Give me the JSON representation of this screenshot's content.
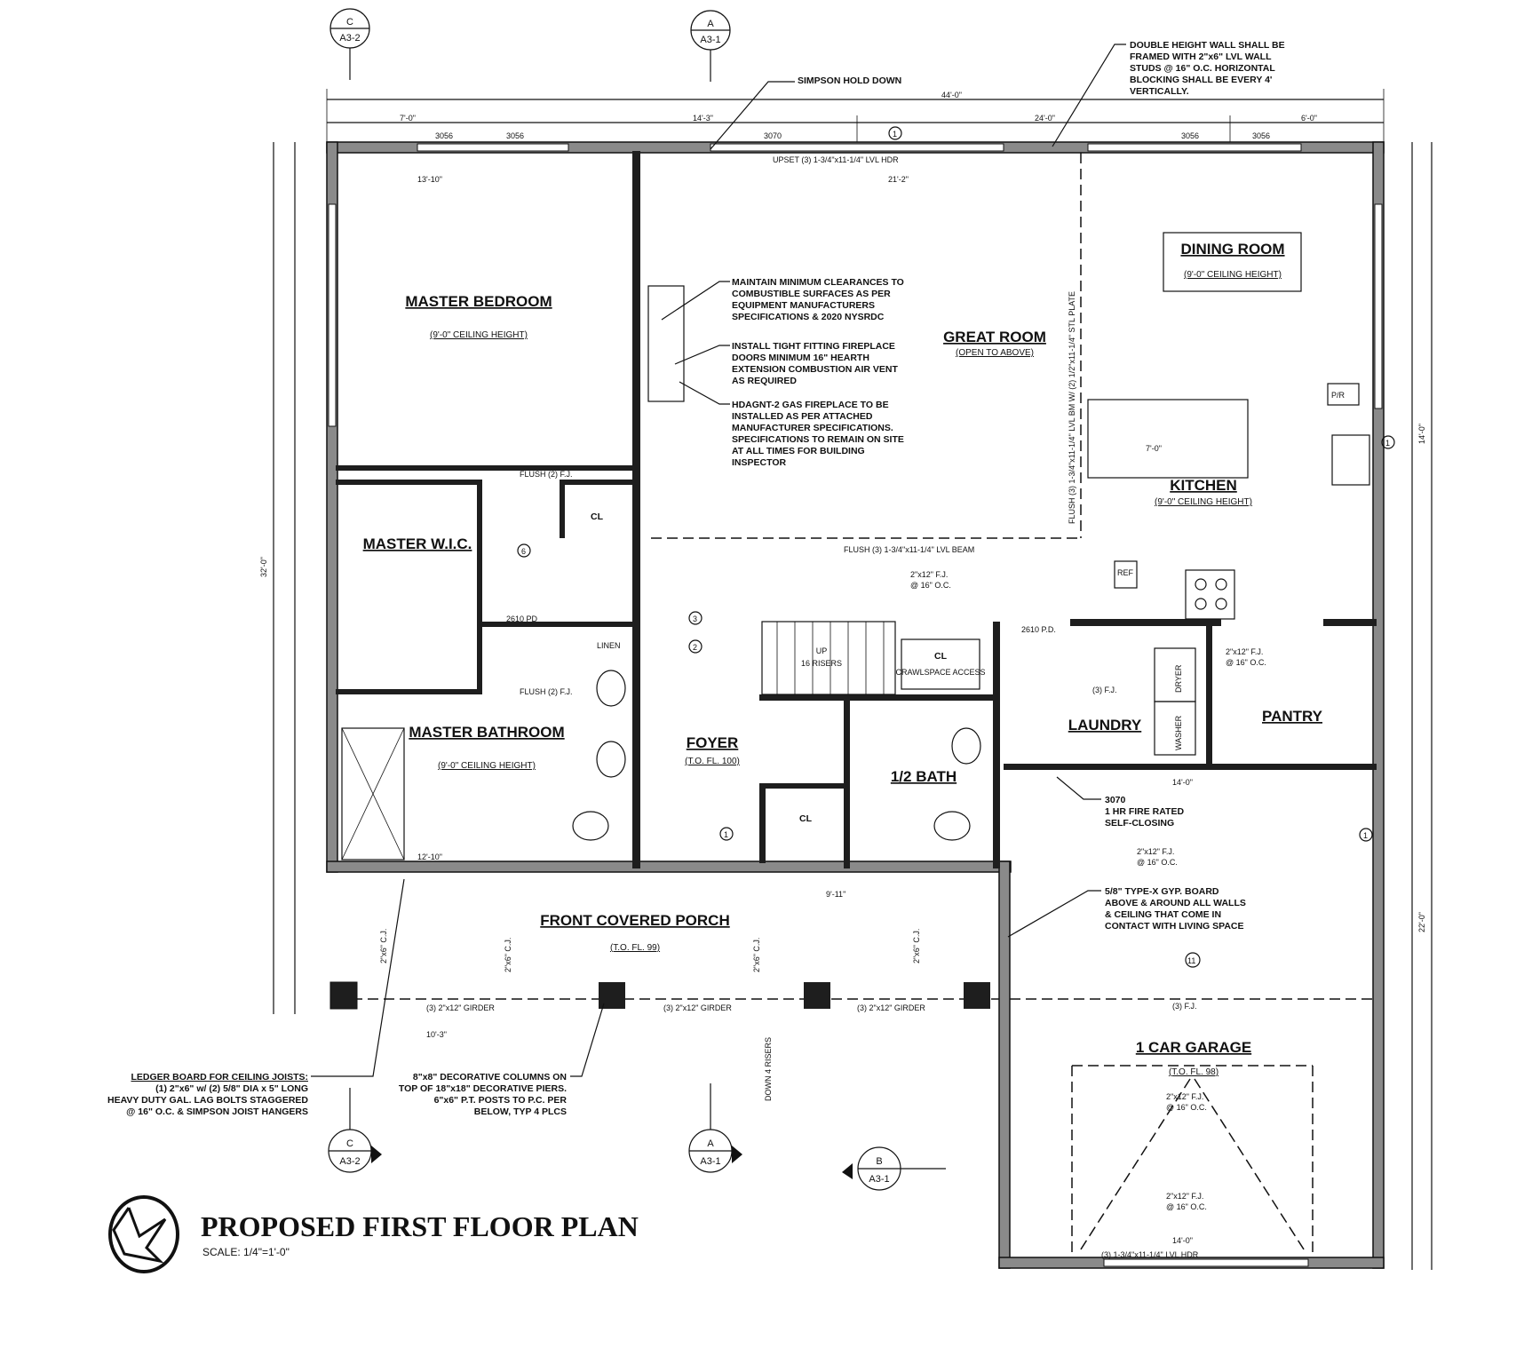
{
  "title": "PROPOSED FIRST FLOOR PLAN",
  "scale": "SCALE: 1/4\"=1'-0\"",
  "rooms": {
    "master_bedroom": {
      "name": "MASTER BEDROOM",
      "sub": "(9'-0\" CEILING HEIGHT)"
    },
    "great_room": {
      "name": "GREAT ROOM",
      "sub": "(OPEN TO ABOVE)"
    },
    "dining_room": {
      "name": "DINING ROOM",
      "sub": "(9'-0\" CEILING HEIGHT)"
    },
    "kitchen": {
      "name": "KITCHEN",
      "sub": "(9'-0\" CEILING HEIGHT)"
    },
    "master_wic": {
      "name": "MASTER W.I.C."
    },
    "master_bathroom": {
      "name": "MASTER BATHROOM",
      "sub": "(9'-0\" CEILING HEIGHT)"
    },
    "foyer": {
      "name": "FOYER",
      "sub": "(T.O. FL. 100)"
    },
    "half_bath": {
      "name": "1/2 BATH"
    },
    "laundry": {
      "name": "LAUNDRY"
    },
    "pantry": {
      "name": "PANTRY"
    },
    "porch": {
      "name": "FRONT COVERED PORCH",
      "sub": "(T.O. FL. 99)"
    },
    "garage": {
      "name": "1 CAR GARAGE",
      "sub": "(T.O. FL. 98)"
    },
    "stair": {
      "name": "UP",
      "sub": "16 RISERS"
    },
    "crawl": {
      "name": "CL",
      "sub": "CRAWLSPACE ACCESS"
    },
    "closet": "CL",
    "linen": "LINEN",
    "pr": "P/R",
    "ref": "REF",
    "dryer": "DRYER",
    "washer": "WASHER"
  },
  "notes": {
    "simpson": "SIMPSON HOLD DOWN",
    "double_height": [
      "DOUBLE HEIGHT WALL SHALL BE",
      "FRAMED WITH 2\"x6\" LVL WALL",
      "STUDS @ 16\" O.C. HORIZONTAL",
      "BLOCKING SHALL BE EVERY 4'",
      "VERTICALLY."
    ],
    "clearances": [
      "MAINTAIN MINIMUM CLEARANCES TO",
      "COMBUSTIBLE SURFACES AS PER",
      "EQUIPMENT MANUFACTURERS",
      "SPECIFICATIONS & 2020 NYSRDC"
    ],
    "fireplace_doors": [
      "INSTALL TIGHT FITTING FIREPLACE",
      "DOORS MINIMUM 16\" HEARTH",
      "EXTENSION COMBUSTION AIR VENT",
      "AS REQUIRED"
    ],
    "gas_fireplace": [
      "HDAGNT-2 GAS FIREPLACE TO BE",
      "INSTALLED AS PER ATTACHED",
      "MANUFACTURER SPECIFICATIONS.",
      "SPECIFICATIONS TO REMAIN ON SITE",
      "AT ALL TIMES FOR BUILDING",
      "INSPECTOR"
    ],
    "upset_header": "UPSET (3) 1-3/4\"x11-1/4\" LVL HDR",
    "flush_beam": "FLUSH (3) 1-3/4\"x11-1/4\" LVL BEAM",
    "flush_plate": "FLUSH (3) 1-3/4\"x11-1/4\" LVL BM W/ (2) 1/2\"x11-1/4\" STL PLATE",
    "fire_door": [
      "3070",
      "1 HR FIRE RATED",
      "SELF-CLOSING"
    ],
    "gyp_board": [
      "5/8\" TYPE-X GYP. BOARD",
      "ABOVE & AROUND ALL WALLS",
      "& CEILING THAT COME IN",
      "CONTACT WITH LIVING SPACE"
    ],
    "ledger": [
      "LEDGER BOARD FOR CEILING JOISTS:",
      "(1) 2\"x6\" w/ (2) 5/8\" DIA x 5\" LONG",
      "HEAVY DUTY GAL. LAG BOLTS STAGGERED",
      "@ 16\" O.C. & SIMPSON JOIST HANGERS"
    ],
    "columns": [
      "8\"x8\" DECORATIVE COLUMNS ON",
      "TOP OF 18\"x18\" DECORATIVE PIERS.",
      "6\"x6\" P.T. POSTS TO P.C. PER",
      "BELOW, TYP 4 PLCS"
    ],
    "girder": "(3) 2\"x12\" GIRDER",
    "fj_2x12": "2\"x12\" F.J.",
    "oc16": "@ 16\" O.C.",
    "cj_2x6": "2\"x6\" C.J.",
    "fj3": "(3) F.J.",
    "flush_fj2": "FLUSH (2) F.J.",
    "pd2610": "2610 PD",
    "pd2610b": "2610 P.D.",
    "garage_hdr": "(3) 1-3/4\"x11-1/4\" LVL HDR",
    "down_risers": "DOWN 4 RISERS"
  },
  "dimensions": {
    "overall": "44'-0\"",
    "left_seg": "14'-3\"",
    "right_seg": "24'-0\"",
    "end_seg": "6'-0\"",
    "first": "7'-0\"",
    "win": "3056",
    "win_top": "3070",
    "mbr_w": "13'-10\"",
    "great_w": "21'-2\"",
    "laundry_w": "14'-0\"",
    "garage_w": "14'-0\"",
    "porch_a": "10'-3\"",
    "porch_b": "9'-11\"",
    "bath_w": "12'-10\"",
    "island": "7'-0\"",
    "side_a": "32'-0\"",
    "side_b": "14'-0\"",
    "side_c": "22'-0\""
  },
  "markers": [
    {
      "letter": "C",
      "sheet": "A3-2"
    },
    {
      "letter": "A",
      "sheet": "A3-1"
    },
    {
      "letter": "C",
      "sheet": "A3-2"
    },
    {
      "letter": "A",
      "sheet": "A3-1"
    },
    {
      "letter": "B",
      "sheet": "A3-1"
    }
  ],
  "tags": {
    "one": "1",
    "two": "2",
    "three": "3",
    "six": "6",
    "eleven": "11"
  }
}
